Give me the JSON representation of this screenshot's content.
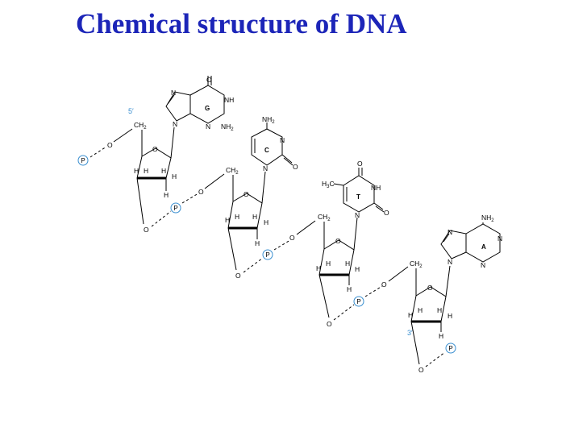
{
  "title": "Chemical structure of DNA",
  "ends": {
    "five_prime": "5′",
    "three_prime": "3′"
  },
  "phosphate_label": "P",
  "atoms": {
    "oxygen": "O",
    "hydrogen": "H",
    "nitrogen": "N",
    "ch2": "CH",
    "nh": "NH",
    "nh2": "NH",
    "h3c": "H",
    "h3c_c": "C",
    "sub2": "2",
    "sub3": "3"
  },
  "bases": [
    {
      "letter": "G"
    },
    {
      "letter": "C"
    },
    {
      "letter": "T"
    },
    {
      "letter": "A"
    }
  ],
  "colors": {
    "title": "#1c25b8",
    "phosphate": "#3a8fd0",
    "prime_labels": "#3a8fd0"
  }
}
